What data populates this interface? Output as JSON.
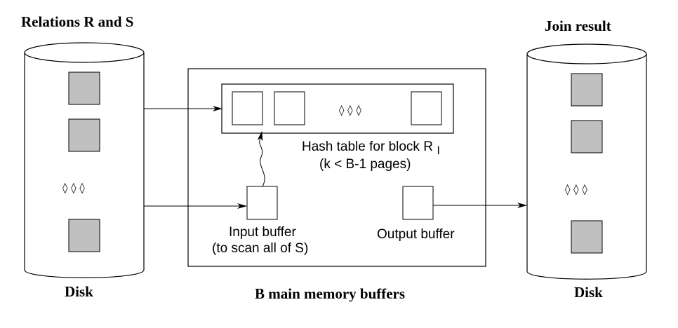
{
  "labels": {
    "left_title": "Relations R and S",
    "right_title": "Join result",
    "left_disk": "Disk",
    "right_disk": "Disk",
    "memory_caption": "B main memory buffers",
    "hash_table_line1": "Hash table for block R",
    "hash_table_subscript": "l",
    "hash_table_line2": "(k < B-1 pages)",
    "input_buffer_line1": "Input buffer",
    "input_buffer_line2": "(to scan all of S)",
    "output_buffer": "Output buffer"
  },
  "ellipsis_glyph": "◊  ◊  ◊",
  "colors": {
    "page_fill": "#c0c0c0",
    "stroke": "#000000",
    "background": "#ffffff"
  }
}
